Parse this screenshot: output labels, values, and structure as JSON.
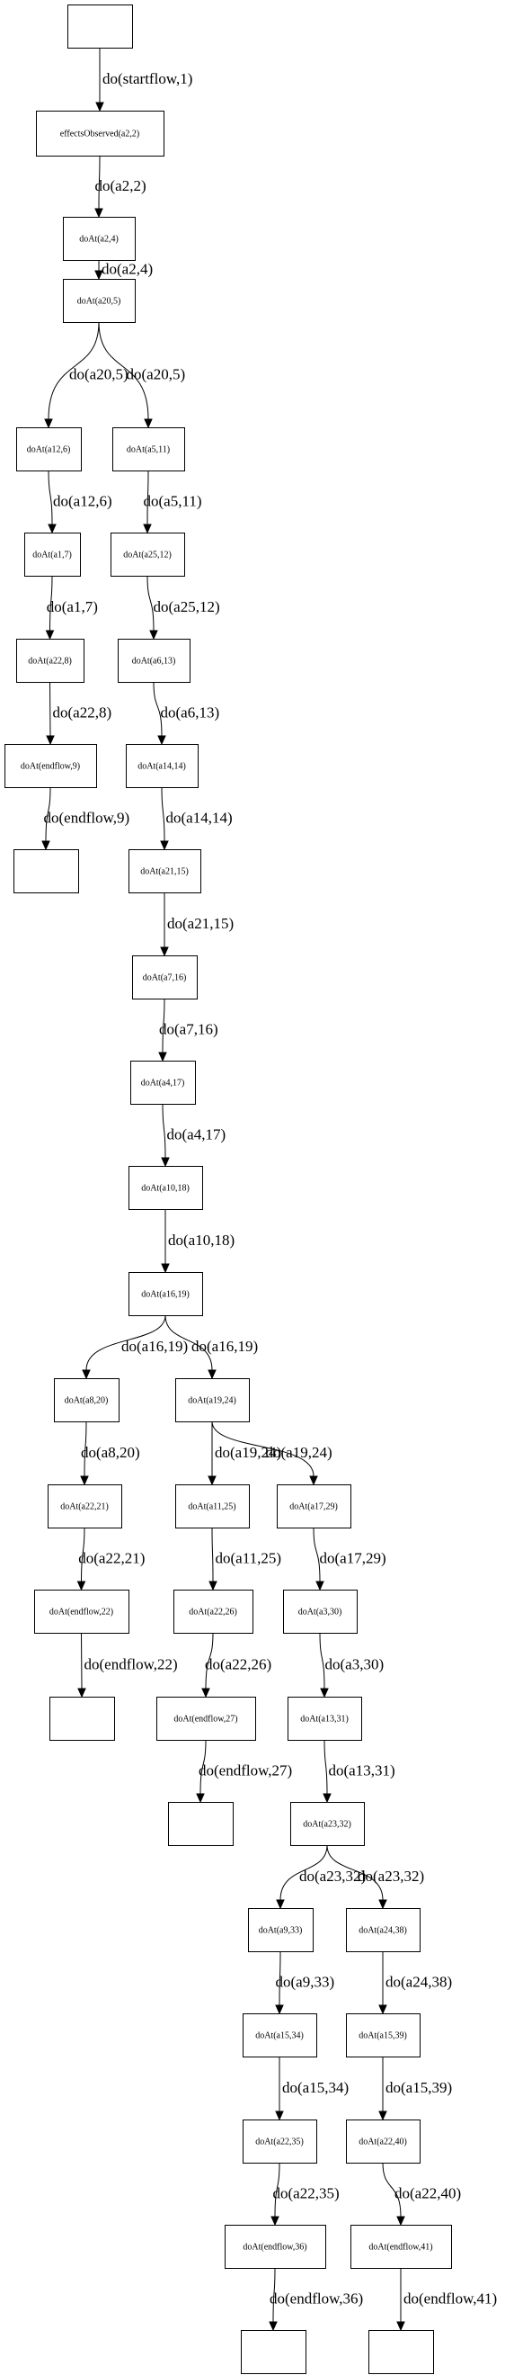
{
  "nodes": [
    {
      "id": "start",
      "label": ""
    },
    {
      "id": "n1",
      "label": "effectsObserved(a2,2)"
    },
    {
      "id": "n2",
      "label": "doAt(a2,4)"
    },
    {
      "id": "n3",
      "label": "doAt(a20,5)"
    },
    {
      "id": "n4",
      "label": "doAt(a12,6)"
    },
    {
      "id": "n5",
      "label": "doAt(a5,11)"
    },
    {
      "id": "n6",
      "label": "doAt(a1,7)"
    },
    {
      "id": "n7",
      "label": "doAt(a25,12)"
    },
    {
      "id": "n8",
      "label": "doAt(a22,8)"
    },
    {
      "id": "n9",
      "label": "doAt(a6,13)"
    },
    {
      "id": "n10",
      "label": "doAt(endflow,9)"
    },
    {
      "id": "n11",
      "label": "doAt(a14,14)"
    },
    {
      "id": "end1",
      "label": ""
    },
    {
      "id": "n12",
      "label": "doAt(a21,15)"
    },
    {
      "id": "n13",
      "label": "doAt(a7,16)"
    },
    {
      "id": "n14",
      "label": "doAt(a4,17)"
    },
    {
      "id": "n15",
      "label": "doAt(a10,18)"
    },
    {
      "id": "n16",
      "label": "doAt(a16,19)"
    },
    {
      "id": "n17",
      "label": "doAt(a8,20)"
    },
    {
      "id": "n18",
      "label": "doAt(a19,24)"
    },
    {
      "id": "n19",
      "label": "doAt(a22,21)"
    },
    {
      "id": "n20",
      "label": "doAt(a11,25)"
    },
    {
      "id": "n21",
      "label": "doAt(a17,29)"
    },
    {
      "id": "n22",
      "label": "doAt(endflow,22)"
    },
    {
      "id": "n23",
      "label": "doAt(a22,26)"
    },
    {
      "id": "n24",
      "label": "doAt(a3,30)"
    },
    {
      "id": "end2",
      "label": ""
    },
    {
      "id": "n25",
      "label": "doAt(endflow,27)"
    },
    {
      "id": "n26",
      "label": "doAt(a13,31)"
    },
    {
      "id": "end3",
      "label": ""
    },
    {
      "id": "n27",
      "label": "doAt(a23,32)"
    },
    {
      "id": "n28",
      "label": "doAt(a9,33)"
    },
    {
      "id": "n29",
      "label": "doAt(a24,38)"
    },
    {
      "id": "n30",
      "label": "doAt(a15,34)"
    },
    {
      "id": "n31",
      "label": "doAt(a15,39)"
    },
    {
      "id": "n32",
      "label": "doAt(a22,35)"
    },
    {
      "id": "n33",
      "label": "doAt(a22,40)"
    },
    {
      "id": "n34",
      "label": "doAt(endflow,36)"
    },
    {
      "id": "n35",
      "label": "doAt(endflow,41)"
    },
    {
      "id": "end4",
      "label": ""
    },
    {
      "id": "end5",
      "label": ""
    }
  ],
  "edges": [
    {
      "from": "start",
      "to": "n1",
      "label": "do(startflow,1)"
    },
    {
      "from": "n1",
      "to": "n2",
      "label": "do(a2,2)"
    },
    {
      "from": "n2",
      "to": "n3",
      "label": "do(a2,4)"
    },
    {
      "from": "n3",
      "to": "n4",
      "label": "do(a20,5)"
    },
    {
      "from": "n3",
      "to": "n5",
      "label": "do(a20,5)"
    },
    {
      "from": "n4",
      "to": "n6",
      "label": "do(a12,6)"
    },
    {
      "from": "n5",
      "to": "n7",
      "label": "do(a5,11)"
    },
    {
      "from": "n6",
      "to": "n8",
      "label": "do(a1,7)"
    },
    {
      "from": "n7",
      "to": "n9",
      "label": "do(a25,12)"
    },
    {
      "from": "n8",
      "to": "n10",
      "label": "do(a22,8)"
    },
    {
      "from": "n9",
      "to": "n11",
      "label": "do(a6,13)"
    },
    {
      "from": "n10",
      "to": "end1",
      "label": "do(endflow,9)"
    },
    {
      "from": "n11",
      "to": "n12",
      "label": "do(a14,14)"
    },
    {
      "from": "n12",
      "to": "n13",
      "label": "do(a21,15)"
    },
    {
      "from": "n13",
      "to": "n14",
      "label": "do(a7,16)"
    },
    {
      "from": "n14",
      "to": "n15",
      "label": "do(a4,17)"
    },
    {
      "from": "n15",
      "to": "n16",
      "label": "do(a10,18)"
    },
    {
      "from": "n16",
      "to": "n17",
      "label": "do(a16,19)"
    },
    {
      "from": "n16",
      "to": "n18",
      "label": "do(a16,19)"
    },
    {
      "from": "n17",
      "to": "n19",
      "label": "do(a8,20)"
    },
    {
      "from": "n18",
      "to": "n20",
      "label": "do(a19,24)"
    },
    {
      "from": "n18",
      "to": "n21",
      "label": "do(a19,24)"
    },
    {
      "from": "n19",
      "to": "n22",
      "label": "do(a22,21)"
    },
    {
      "from": "n20",
      "to": "n23",
      "label": "do(a11,25)"
    },
    {
      "from": "n21",
      "to": "n24",
      "label": "do(a17,29)"
    },
    {
      "from": "n22",
      "to": "end2",
      "label": "do(endflow,22)"
    },
    {
      "from": "n23",
      "to": "n25",
      "label": "do(a22,26)"
    },
    {
      "from": "n24",
      "to": "n26",
      "label": "do(a3,30)"
    },
    {
      "from": "n25",
      "to": "end3",
      "label": "do(endflow,27)"
    },
    {
      "from": "n26",
      "to": "n27",
      "label": "do(a13,31)"
    },
    {
      "from": "n27",
      "to": "n28",
      "label": "do(a23,32)"
    },
    {
      "from": "n27",
      "to": "n29",
      "label": "do(a23,32)"
    },
    {
      "from": "n28",
      "to": "n30",
      "label": "do(a9,33)"
    },
    {
      "from": "n29",
      "to": "n31",
      "label": "do(a24,38)"
    },
    {
      "from": "n30",
      "to": "n32",
      "label": "do(a15,34)"
    },
    {
      "from": "n31",
      "to": "n33",
      "label": "do(a15,39)"
    },
    {
      "from": "n32",
      "to": "n34",
      "label": "do(a22,35)"
    },
    {
      "from": "n33",
      "to": "n35",
      "label": "do(a22,40)"
    },
    {
      "from": "n34",
      "to": "end4",
      "label": "do(endflow,36)"
    },
    {
      "from": "n35",
      "to": "end5",
      "label": "do(endflow,41)"
    }
  ]
}
